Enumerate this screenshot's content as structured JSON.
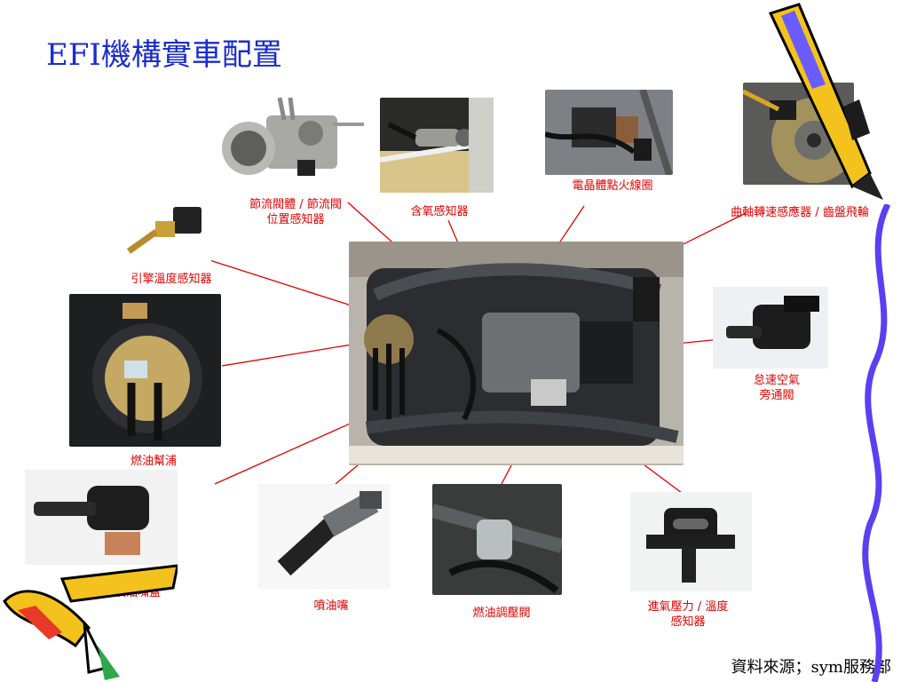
{
  "title": "EFI機構實車配置",
  "source": "資料來源；sym服務部",
  "colors": {
    "title": "#1a2ccc",
    "label": "#e00000",
    "leader": "#e00000",
    "wave": "#5b3ff0"
  },
  "labels": {
    "throttle": [
      "節流閥體 / 節流閥",
      "位置感知器"
    ],
    "o2": "含氧感知器",
    "ignition": "電晶體點火線圈",
    "crank": "曲軸轉速感應器 / 齒盤飛輪",
    "engine_temp": "引擎溫度感知器",
    "idle": [
      "怠速空氣",
      "旁通閥"
    ],
    "fuel_pump": "燃油幫浦",
    "injector_cap": "噴油嘴蓋",
    "injector": "噴油嘴",
    "regulator": "燃油調壓閥",
    "map_sensor": [
      "進氣壓力 / 溫度",
      "感知器"
    ]
  }
}
